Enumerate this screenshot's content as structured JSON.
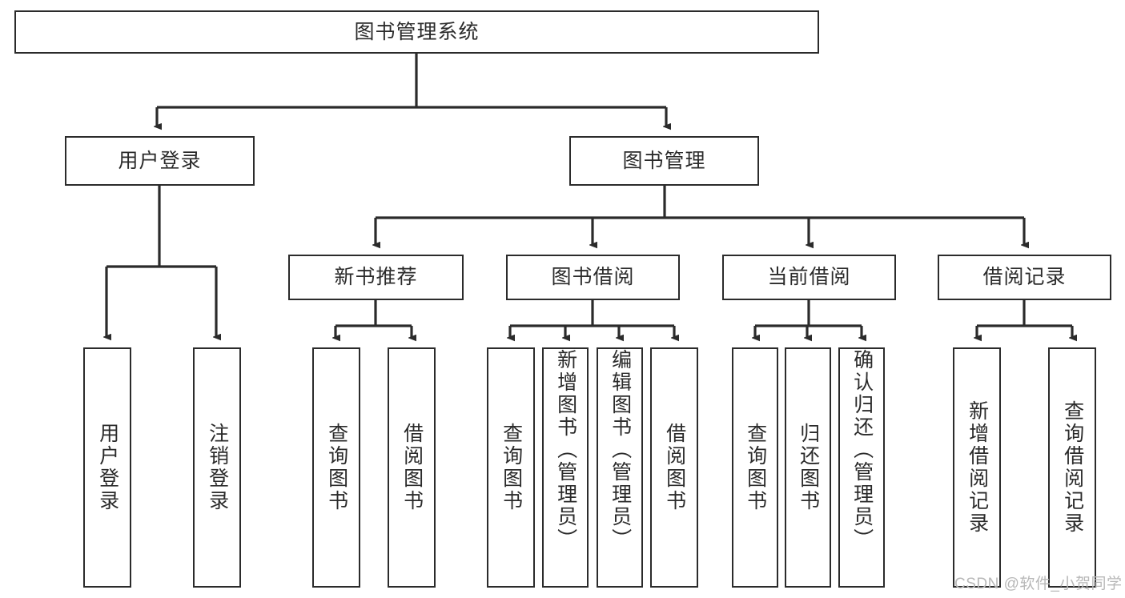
{
  "diagram": {
    "title": "图书管理系统",
    "type": "tree-hierarchy-diagram",
    "root": {
      "label": "图书管理系统"
    },
    "level2": [
      {
        "label": "用户登录"
      },
      {
        "label": "图书管理"
      }
    ],
    "level3": [
      {
        "label": "新书推荐"
      },
      {
        "label": "图书借阅"
      },
      {
        "label": "当前借阅"
      },
      {
        "label": "借阅记录"
      }
    ],
    "leaves": {
      "user_login": [
        {
          "label": "用户登录"
        },
        {
          "label": "注销登录"
        }
      ],
      "new_book_recommend": [
        {
          "label": "查询图书"
        },
        {
          "label": "借阅图书"
        }
      ],
      "book_borrow": [
        {
          "label": "查询图书"
        },
        {
          "label": "新增图书（管理员）"
        },
        {
          "label": "编辑图书（管理员）"
        },
        {
          "label": "借阅图书"
        }
      ],
      "current_borrow": [
        {
          "label": "查询图书"
        },
        {
          "label": "归还图书"
        },
        {
          "label": "确认归还（管理员）"
        }
      ],
      "borrow_record": [
        {
          "label": "新增借阅记录"
        },
        {
          "label": "查询借阅记录"
        }
      ]
    }
  },
  "watermark": {
    "text": "CSDN @软件_小贺同学"
  },
  "colors": {
    "stroke": "#2b2b2b",
    "background": "#ffffff",
    "text": "#2b2b2b",
    "watermark": "#b8b8b8"
  }
}
